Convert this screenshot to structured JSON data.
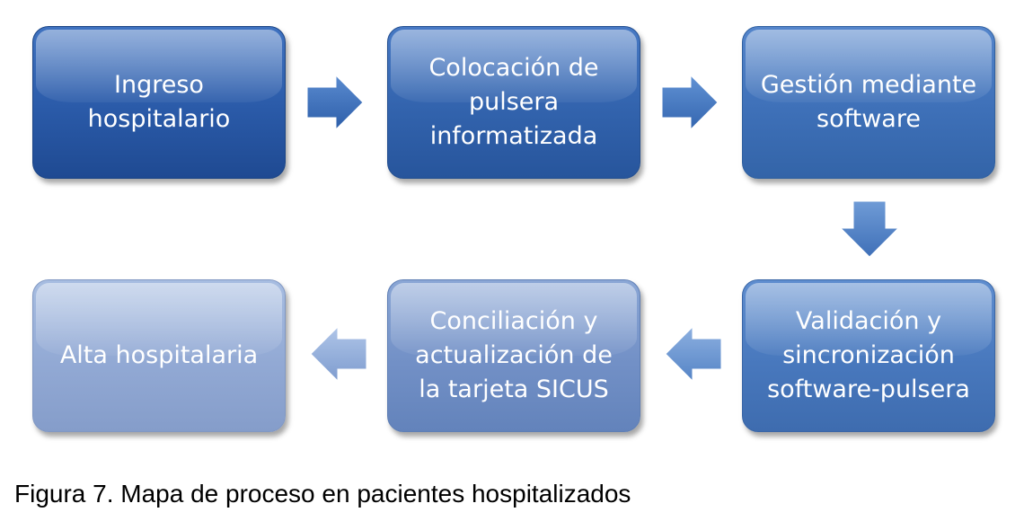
{
  "steps": [
    {
      "label": "Ingreso\nhospitalario"
    },
    {
      "label": "Colocación de\npulsera\ninformatizada"
    },
    {
      "label": "Gestión mediante\nsoftware"
    },
    {
      "label": "Validación y\nsincronización\nsoftware-pulsera"
    },
    {
      "label": "Conciliación y\nactualización de\nla tarjeta SICUS"
    },
    {
      "label": "Alta hospitalaria"
    }
  ],
  "arrows": [
    {
      "icon": "arrow-right-icon",
      "color": "#3566b2"
    },
    {
      "icon": "arrow-right-icon",
      "color": "#3e6fb8"
    },
    {
      "icon": "arrow-down-icon",
      "color": "#4b7bc0"
    },
    {
      "icon": "arrow-left-icon",
      "color": "#5c8ac8"
    },
    {
      "icon": "arrow-left-icon",
      "color": "#8aa6d6"
    }
  ],
  "caption": "Figura 7. Mapa de proceso en pacientes hospitalizados"
}
